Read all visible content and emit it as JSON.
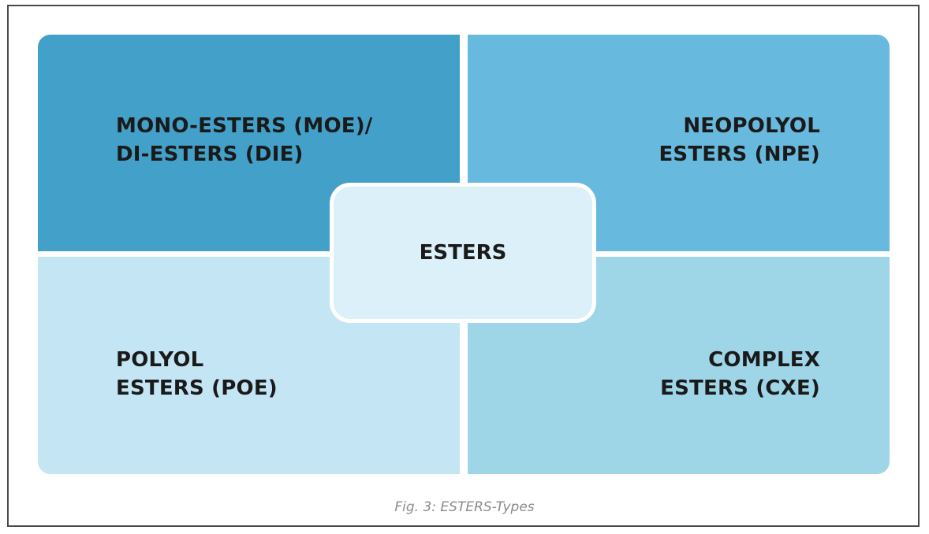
{
  "diagram": {
    "center": {
      "label": "ESTERS",
      "color": "#dbf0f9"
    },
    "quadrants": {
      "top_left": {
        "line1": "MONO-ESTERS (MOE)/",
        "line2": "DI-ESTERS (DIE)",
        "color": "#42a0c9"
      },
      "top_right": {
        "line1": "NEOPOLYOL",
        "line2": "ESTERS (NPE)",
        "color": "#68b9de"
      },
      "bottom_left": {
        "line1": "POLYOL",
        "line2": "ESTERS (POE)",
        "color": "#c4e6f4"
      },
      "bottom_right": {
        "line1": "COMPLEX",
        "line2": "ESTERS (CXE)",
        "color": "#9ed6e8"
      }
    }
  },
  "caption": "Fig. 3: ESTERS-Types"
}
